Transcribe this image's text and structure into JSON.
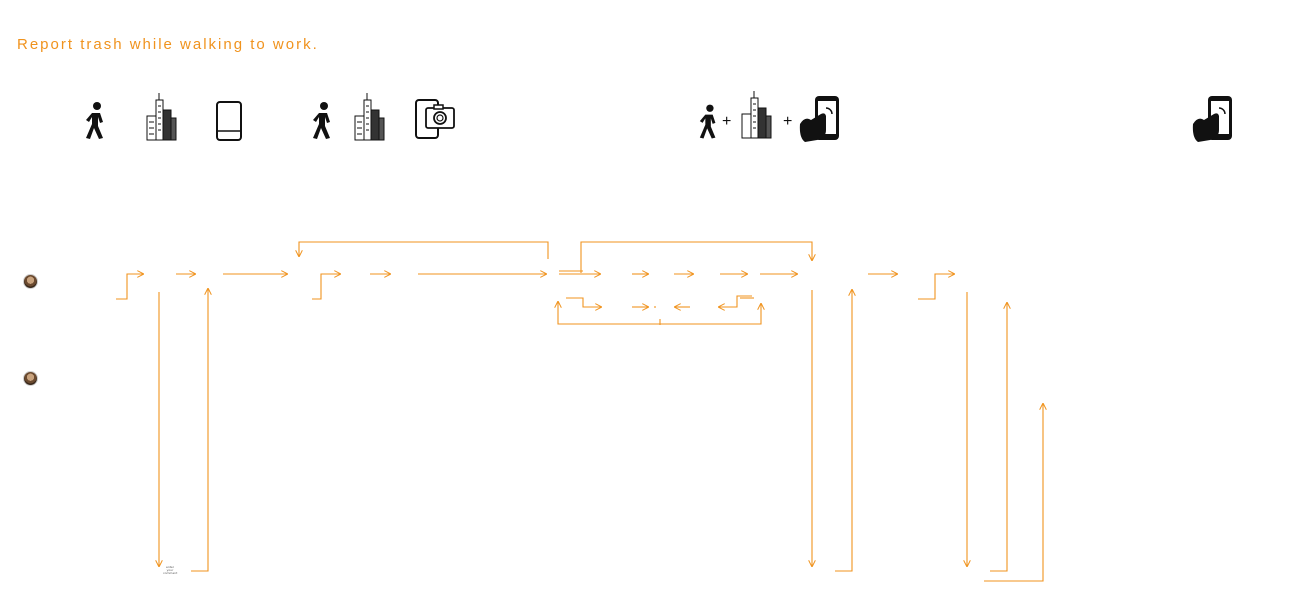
{
  "header": {
    "title": "Report trash while walking to work."
  },
  "stage_icons": [
    {
      "group": "stage-1",
      "icons": [
        "walking-person-icon",
        "city-buildings-icon",
        "phone-icon"
      ]
    },
    {
      "group": "stage-2",
      "icons": [
        "walking-person-icon",
        "city-buildings-icon",
        "phone-camera-icon"
      ]
    },
    {
      "group": "stage-3",
      "icons": [
        "walking-person-icon",
        "plus",
        "city-buildings-icon",
        "plus",
        "phone-touch-icon"
      ]
    },
    {
      "group": "stage-4",
      "icons": [
        "phone-touch-icon"
      ]
    }
  ],
  "plus_sign": "+",
  "lanes": [
    "user-avatar-lane-1",
    "user-avatar-lane-2"
  ],
  "tiny_note": "enter your comment",
  "colors": {
    "accent": "#f0931e",
    "icon": "#111111"
  }
}
